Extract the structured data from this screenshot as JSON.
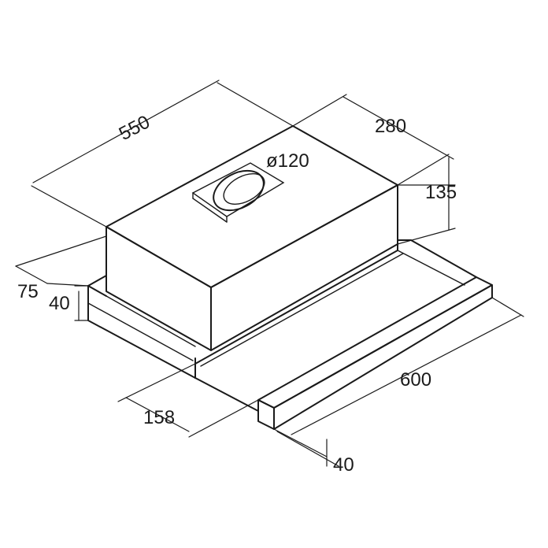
{
  "dimensions": {
    "width_top": "550",
    "depth_top": "280",
    "height_body": "135",
    "duct_diameter": "ø120",
    "front_offset": "75",
    "tray_height": "40",
    "side_panel": "158",
    "overall_width": "600",
    "front_bar_depth": "40"
  },
  "colors": {
    "line": "#1a1a1a",
    "background": "#ffffff"
  }
}
